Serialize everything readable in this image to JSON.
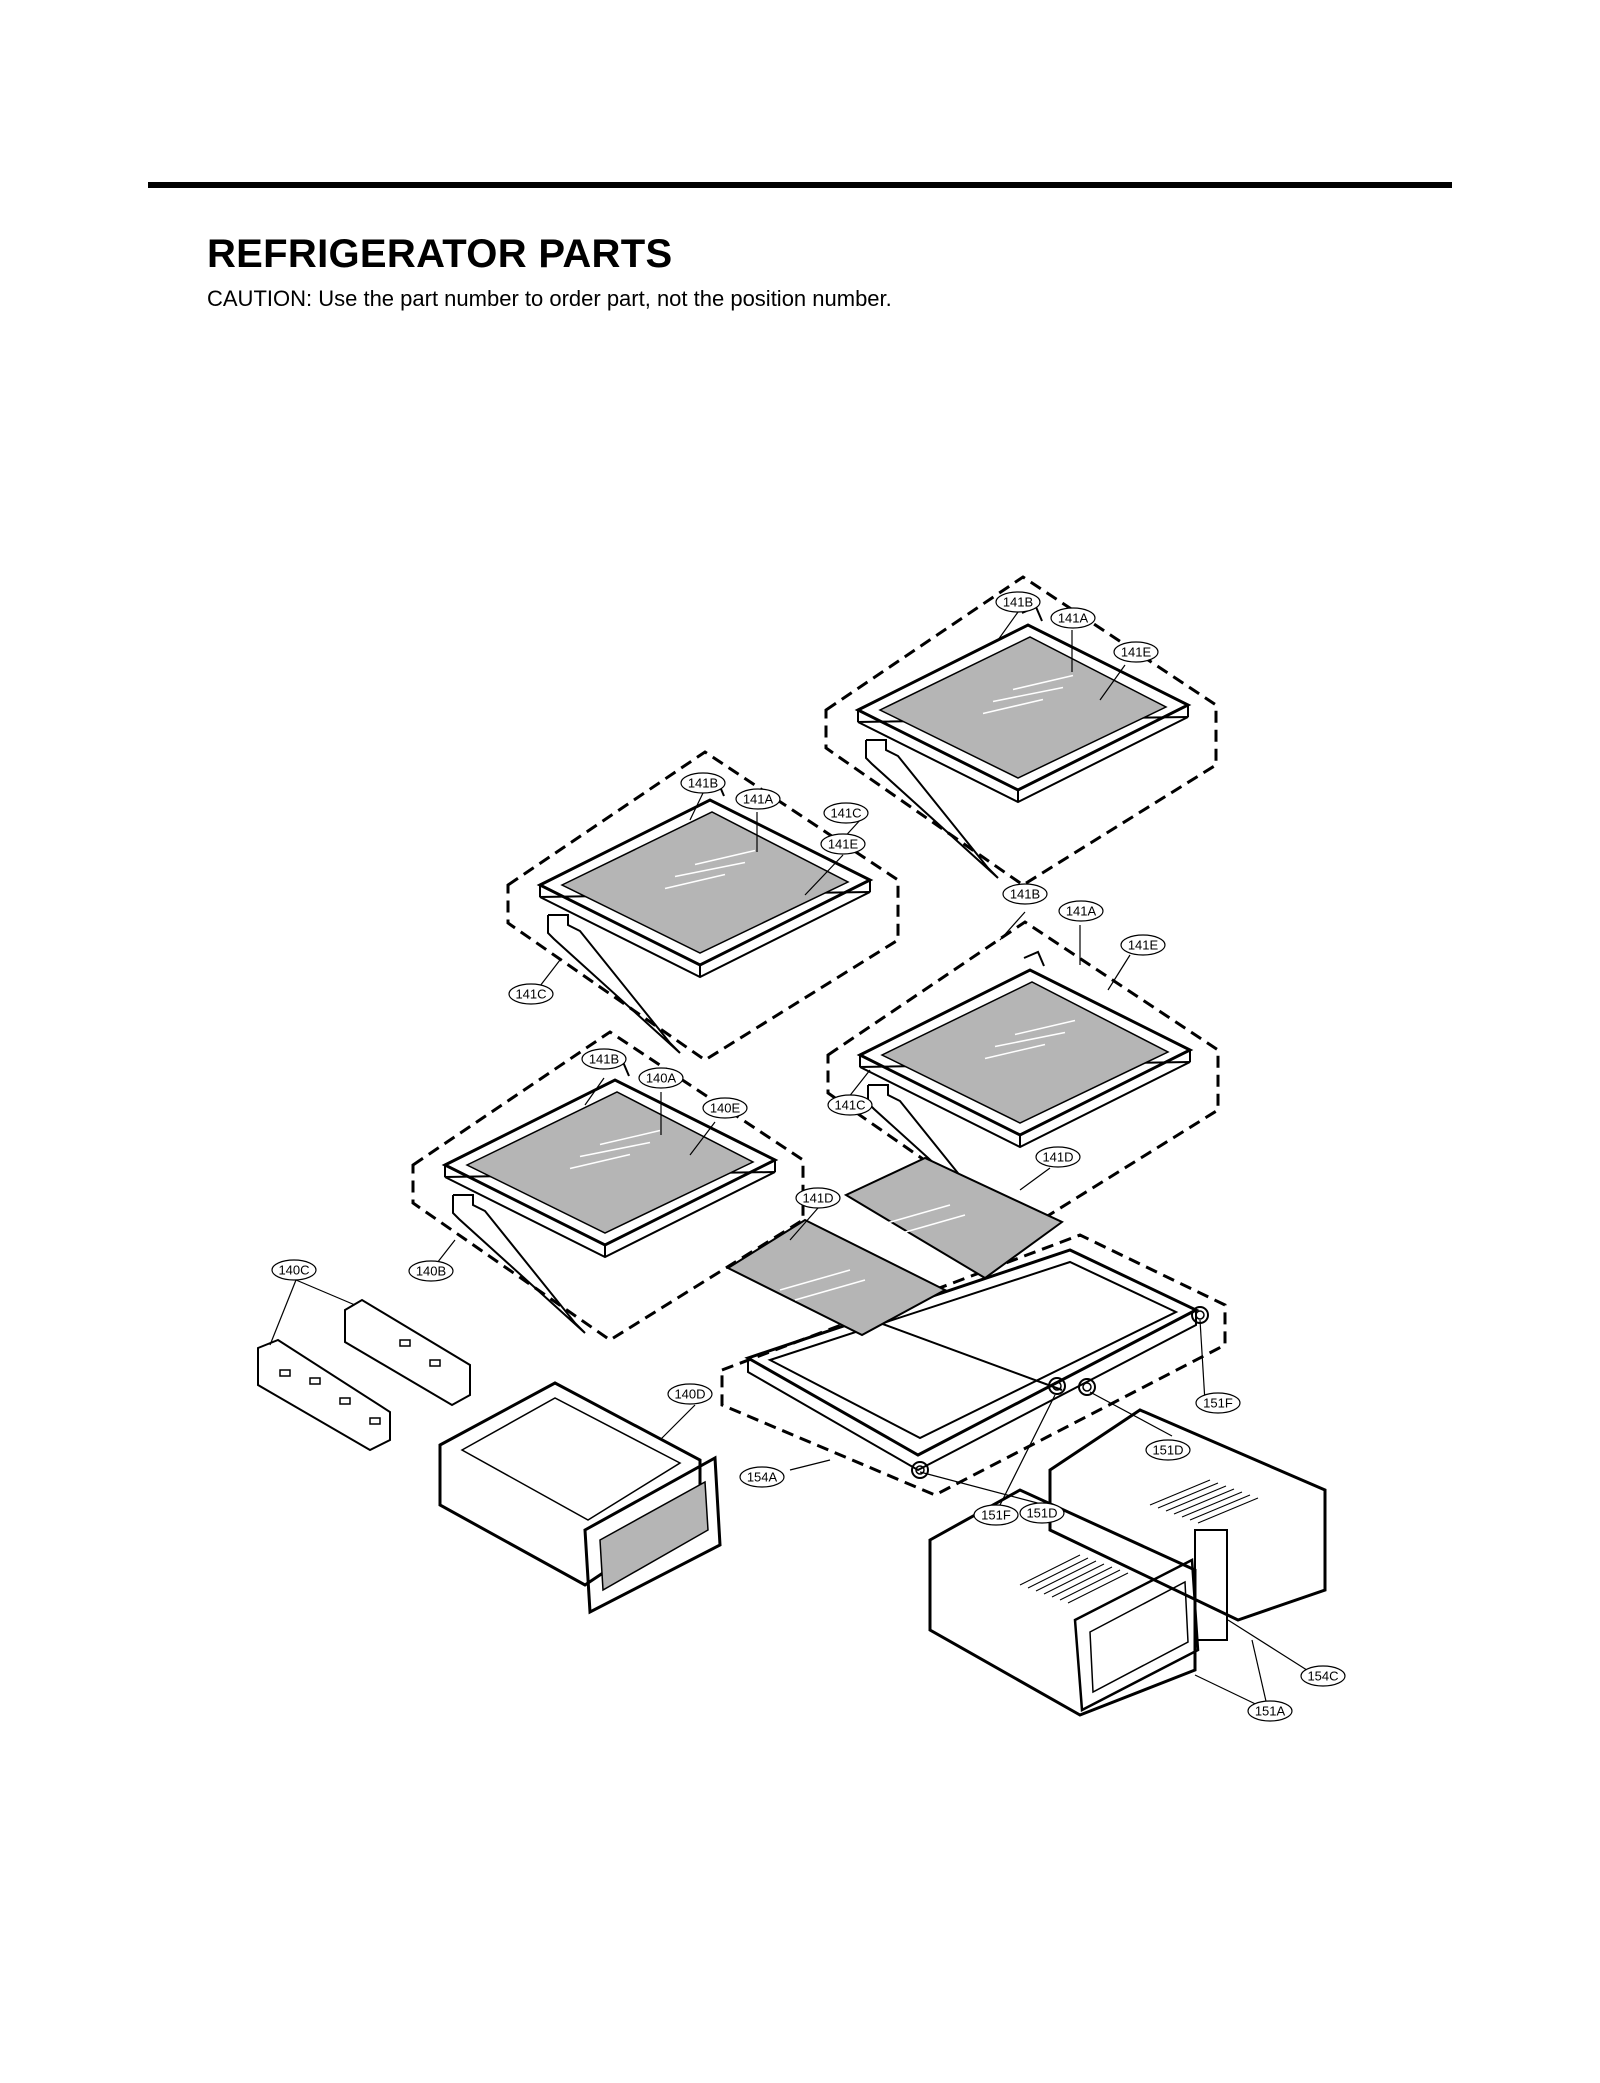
{
  "page": {
    "title": "REFRIGERATOR PARTS",
    "caution": "CAUTION: Use the part number to order part, not the position number."
  },
  "callouts": [
    {
      "id": "c-141B-1",
      "label": "141B"
    },
    {
      "id": "c-141A-1",
      "label": "141A"
    },
    {
      "id": "c-141E-1",
      "label": "141E"
    },
    {
      "id": "c-141C-1",
      "label": "141C"
    },
    {
      "id": "c-141B-2",
      "label": "141B"
    },
    {
      "id": "c-141A-2",
      "label": "141A"
    },
    {
      "id": "c-141E-2",
      "label": "141E"
    },
    {
      "id": "c-141C-2",
      "label": "141C"
    },
    {
      "id": "c-141B-3",
      "label": "141B"
    },
    {
      "id": "c-141A-3",
      "label": "141A"
    },
    {
      "id": "c-141E-3",
      "label": "141E"
    },
    {
      "id": "c-141C-3",
      "label": "141C"
    },
    {
      "id": "c-141B-4",
      "label": "141B"
    },
    {
      "id": "c-140A",
      "label": "140A"
    },
    {
      "id": "c-140E",
      "label": "140E"
    },
    {
      "id": "c-140B",
      "label": "140B"
    },
    {
      "id": "c-141D-1",
      "label": "141D"
    },
    {
      "id": "c-141D-2",
      "label": "141D"
    },
    {
      "id": "c-140C",
      "label": "140C"
    },
    {
      "id": "c-140D",
      "label": "140D"
    },
    {
      "id": "c-154A",
      "label": "154A"
    },
    {
      "id": "c-151F-1",
      "label": "151F"
    },
    {
      "id": "c-151D-1",
      "label": "151D"
    },
    {
      "id": "c-151F-2",
      "label": "151F"
    },
    {
      "id": "c-151D-2",
      "label": "151D"
    },
    {
      "id": "c-154C",
      "label": "154C"
    },
    {
      "id": "c-151A",
      "label": "151A"
    }
  ]
}
